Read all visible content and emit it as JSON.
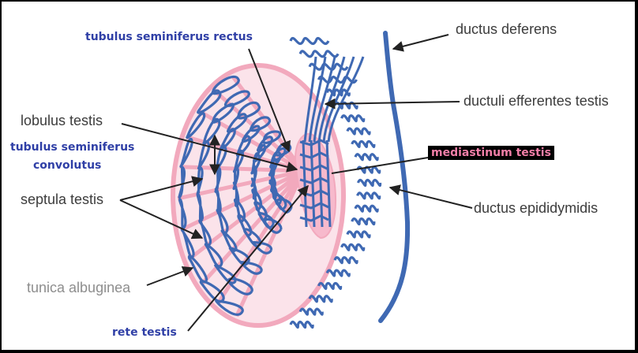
{
  "labels": {
    "ductus_deferens": "ductus deferens",
    "ductuli_efferentes_testis": "ductuli efferentes testis",
    "tubulus_seminiferus_rectus": "tubulus seminiferus rectus",
    "lobulus_testis": "lobulus testis",
    "tubulus_seminiferus_convolutus_line1": "tubulus seminiferus",
    "tubulus_seminiferus_convolutus_line2": "convolutus",
    "mediastinum_testis": "mediastinum testis",
    "septula_testis": "septula testis",
    "ductus_epididymidis": "ductus epididymidis",
    "tunica_albuginea": "tunica albuginea",
    "rete_testis": "rete testis"
  },
  "colors": {
    "tubule_blue": "#3f69b3",
    "tubule_fill": "#ffffff",
    "tunica_pink": "#f2a9bd",
    "lobule_fill": "#fbe3ea",
    "label_blue": "#2f3fa6",
    "label_gray": "#3c3c3c",
    "highlight_text": "#f17fa8",
    "leader_line": "#222222"
  }
}
